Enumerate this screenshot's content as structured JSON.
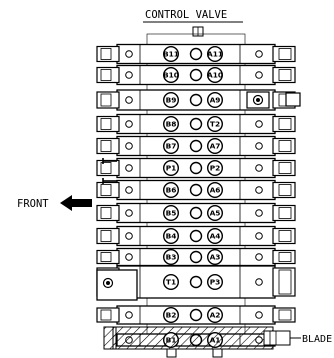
{
  "diagram": {
    "title": "CONTROL VALVE",
    "front_label": "FRONT",
    "blade_label": "BLADE",
    "sections": [
      {
        "left_port": "B11",
        "right_port": "A11"
      },
      {
        "left_port": "B10",
        "right_port": "A10"
      },
      {
        "left_port": "B9",
        "right_port": "A9"
      },
      {
        "left_port": "B8",
        "right_port": "T2"
      },
      {
        "left_port": "B7",
        "right_port": "A7"
      },
      {
        "left_port": "P1",
        "right_port": "P2"
      },
      {
        "left_port": "B6",
        "right_port": "A6"
      },
      {
        "left_port": "B5",
        "right_port": "A5"
      },
      {
        "left_port": "B4",
        "right_port": "A4"
      },
      {
        "left_port": "B3",
        "right_port": "A3"
      },
      {
        "left_port": "T1",
        "right_port": "P3"
      },
      {
        "left_port": "B2",
        "right_port": "A2"
      },
      {
        "left_port": "B1",
        "right_port": "A1"
      }
    ]
  }
}
